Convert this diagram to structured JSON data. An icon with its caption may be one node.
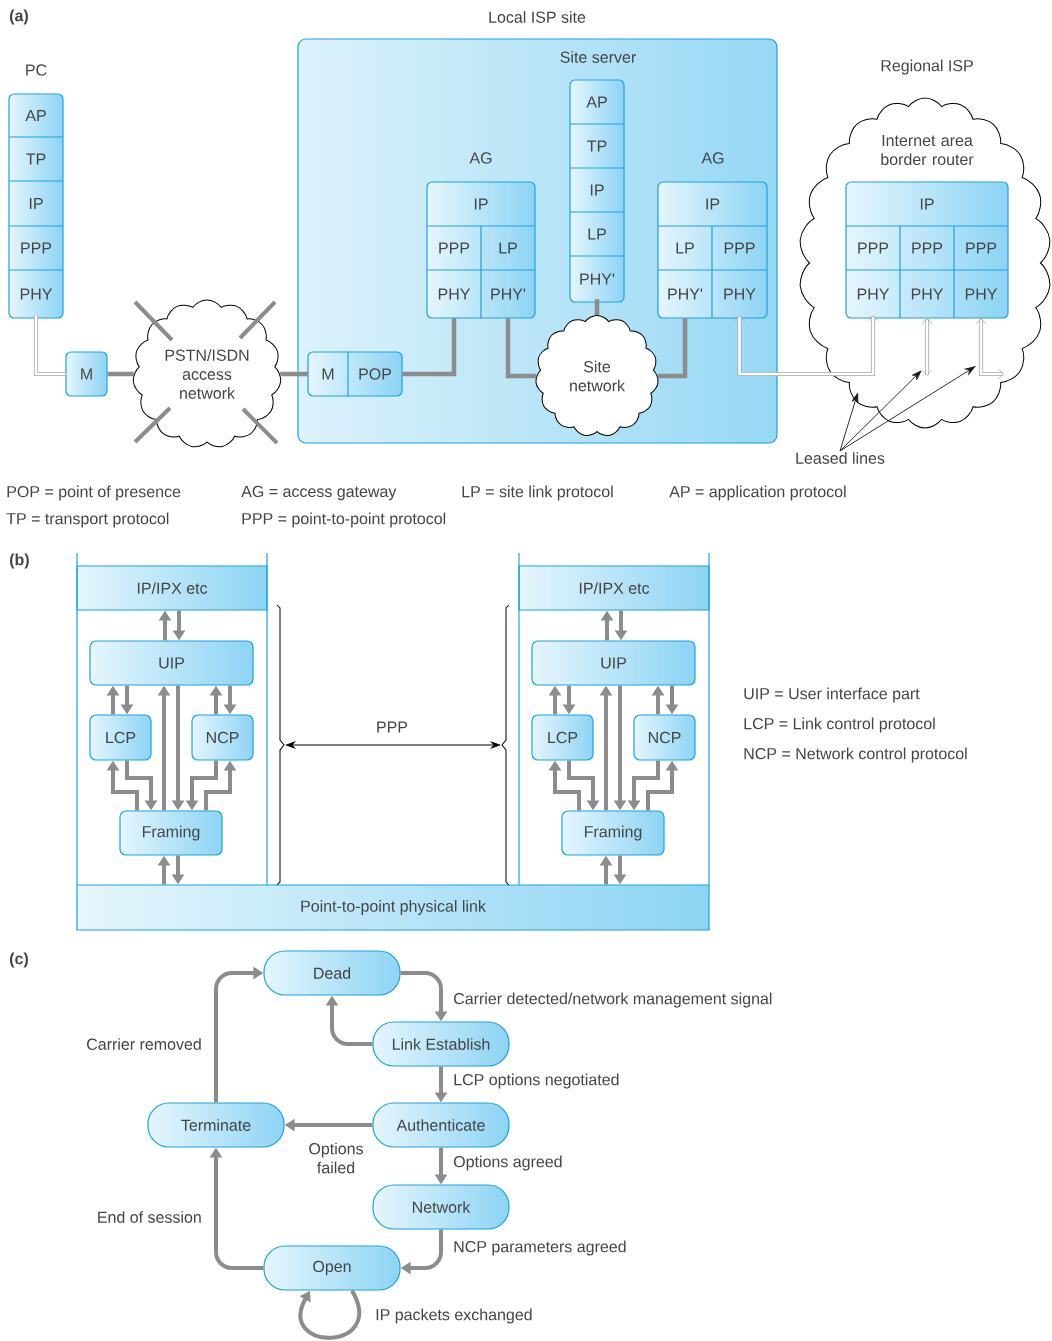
{
  "diagram": {
    "nodes": [
      {
        "text": [
          "PC"
        ]
      },
      {
        "text": [
          "AP"
        ],
        "in": 0
      },
      {
        "text": [
          "TP"
        ],
        "in": 0
      },
      {
        "text": [
          "IP"
        ],
        "in": 0
      },
      {
        "text": [
          "PPP"
        ],
        "in": 0
      },
      {
        "text": [
          "PHY"
        ],
        "in": 0
      },
      {
        "text": [
          "M"
        ]
      },
      {
        "text": [
          "PSTN/ISDN access network"
        ]
      },
      {
        "text": [
          "Local ISP site"
        ]
      },
      {
        "text": [],
        "shape": "box",
        "in": 8
      },
      {
        "text": [
          "M"
        ],
        "in": 9
      },
      {
        "text": [
          "POP"
        ],
        "in": 9
      },
      {
        "text": [
          "AG"
        ],
        "in": 8
      },
      {
        "text": [
          "IP"
        ],
        "in": 12
      },
      {
        "text": [
          "PPP"
        ],
        "in": 12
      },
      {
        "text": [
          "LP"
        ],
        "in": 12
      },
      {
        "text": [
          "PHY"
        ],
        "in": 12
      },
      {
        "text": [
          "PHY'"
        ],
        "in": 12
      },
      {
        "text": [
          "Site server"
        ],
        "in": 8
      },
      {
        "text": [
          "AP"
        ],
        "in": 18
      },
      {
        "text": [
          "TP"
        ],
        "in": 18
      },
      {
        "text": [
          "IP"
        ],
        "in": 18
      },
      {
        "text": [
          "LP"
        ],
        "in": 18
      },
      {
        "text": [
          "PHY'"
        ],
        "in": 18
      },
      {
        "text": [
          "Site network"
        ],
        "in": 8
      },
      {
        "text": [
          "AG"
        ],
        "in": 8
      },
      {
        "text": [
          "IP"
        ],
        "in": 25
      },
      {
        "text": [
          "LP"
        ],
        "in": 25
      },
      {
        "text": [
          "PPP"
        ],
        "in": 25
      },
      {
        "text": [
          "PHY'"
        ],
        "in": 25
      },
      {
        "text": [
          "PHY"
        ],
        "in": 25
      },
      {
        "text": [
          "Regional ISP"
        ]
      },
      {
        "text": [
          "Internet area border router"
        ],
        "in": 31
      },
      {
        "text": [
          "IP"
        ],
        "in": 32
      },
      {
        "text": [
          "PPP"
        ],
        "in": 32
      },
      {
        "text": [
          "PPP"
        ],
        "in": 32
      },
      {
        "text": [
          "PPP"
        ],
        "in": 32
      },
      {
        "text": [
          "PHY"
        ],
        "in": 32
      },
      {
        "text": [
          "PHY"
        ],
        "in": 32
      },
      {
        "text": [
          "PHY"
        ],
        "in": 32
      },
      {
        "text": [
          "Leased lines"
        ]
      },
      {
        "text": [
          "IP/IPX etc"
        ]
      },
      {
        "text": [
          "UIP"
        ]
      },
      {
        "text": [
          "LCP"
        ]
      },
      {
        "text": [
          "NCP"
        ]
      },
      {
        "text": [
          "Framing"
        ]
      },
      {
        "text": [
          "IP/IPX etc"
        ]
      },
      {
        "text": [
          "UIP"
        ]
      },
      {
        "text": [
          "LCP"
        ]
      },
      {
        "text": [
          "NCP"
        ]
      },
      {
        "text": [
          "Framing"
        ]
      },
      {
        "text": [
          "Point-to-point physical link"
        ]
      },
      {
        "text": [
          "Dead"
        ]
      },
      {
        "text": [
          "Link Establish"
        ]
      },
      {
        "text": [
          "Terminate"
        ]
      },
      {
        "text": [
          "Authenticate"
        ]
      },
      {
        "text": [
          "Network"
        ]
      },
      {
        "text": [
          "Open"
        ]
      }
    ],
    "edges": [
      {
        "from": 5,
        "to": 6,
        "arrow": "none",
        "color": "#a6a6a6"
      },
      {
        "from": 6,
        "to": 7,
        "arrow": "none"
      },
      {
        "from": 7,
        "to": 10,
        "arrow": "none"
      },
      {
        "from": 11,
        "to": 16,
        "arrow": "none"
      },
      {
        "from": 17,
        "to": 24,
        "arrow": "none"
      },
      {
        "from": 23,
        "to": 24,
        "arrow": "none"
      },
      {
        "from": 24,
        "to": 29,
        "arrow": "none"
      },
      {
        "from": 30,
        "to": 37,
        "arrow": "both",
        "color": "#a6a6a6"
      },
      {
        "from": 38,
        "to": null,
        "arrow": "both",
        "color": "#a6a6a6"
      },
      {
        "from": 39,
        "to": null,
        "arrow": "both",
        "color": "#a6a6a6"
      },
      {
        "from": 40,
        "to": 31,
        "arrow": "to",
        "color": "#1a1a1a"
      },
      {
        "from": 40,
        "to": 31,
        "arrow": "to",
        "color": "#1a1a1a"
      },
      {
        "from": 40,
        "to": 31,
        "arrow": "to",
        "color": "#1a1a1a"
      },
      {
        "from": 42,
        "to": 41,
        "arrow": "to"
      },
      {
        "from": 41,
        "to": 42,
        "arrow": "to"
      },
      {
        "from": 43,
        "to": 42,
        "arrow": "to"
      },
      {
        "from": 42,
        "to": 43,
        "arrow": "to"
      },
      {
        "from": 44,
        "to": 42,
        "arrow": "to"
      },
      {
        "from": 42,
        "to": 44,
        "arrow": "to"
      },
      {
        "from": 45,
        "to": 42,
        "arrow": "to"
      },
      {
        "from": 42,
        "to": 45,
        "arrow": "to"
      },
      {
        "from": 45,
        "to": 43,
        "arrow": "to"
      },
      {
        "from": 43,
        "to": 45,
        "arrow": "to"
      },
      {
        "from": 44,
        "to": 45,
        "arrow": "to"
      },
      {
        "from": 45,
        "to": 44,
        "arrow": "to"
      },
      {
        "from": 51,
        "to": 45,
        "arrow": "to"
      },
      {
        "from": 45,
        "to": 51,
        "arrow": "to"
      },
      {
        "from": 47,
        "to": 46,
        "arrow": "to"
      },
      {
        "from": 46,
        "to": 47,
        "arrow": "to"
      },
      {
        "from": 48,
        "to": 47,
        "arrow": "to"
      },
      {
        "from": 47,
        "to": 48,
        "arrow": "to"
      },
      {
        "from": 49,
        "to": 47,
        "arrow": "to"
      },
      {
        "from": 47,
        "to": 49,
        "arrow": "to"
      },
      {
        "from": 50,
        "to": 47,
        "arrow": "to"
      },
      {
        "from": 47,
        "to": 50,
        "arrow": "to"
      },
      {
        "from": 50,
        "to": 48,
        "arrow": "to"
      },
      {
        "from": 48,
        "to": 50,
        "arrow": "to"
      },
      {
        "from": 49,
        "to": 50,
        "arrow": "to"
      },
      {
        "from": 50,
        "to": 49,
        "arrow": "to"
      },
      {
        "from": 51,
        "to": 50,
        "arrow": "to"
      },
      {
        "from": 50,
        "to": 51,
        "arrow": "to"
      },
      {
        "from": 52,
        "to": 53,
        "arrow": "to",
        "label": "Carrier detected/network management signal"
      },
      {
        "from": 53,
        "to": 52,
        "arrow": "to"
      },
      {
        "from": 53,
        "to": 55,
        "arrow": "to",
        "label": "LCP options negotiated"
      },
      {
        "from": 55,
        "to": 54,
        "arrow": "to",
        "label": "Options failed"
      },
      {
        "from": 55,
        "to": 56,
        "arrow": "to",
        "label": "Options agreed"
      },
      {
        "from": 56,
        "to": 57,
        "arrow": "to",
        "label": "NCP parameters agreed"
      },
      {
        "from": 57,
        "to": 57,
        "arrow": "to",
        "label": "IP packets exchanged"
      },
      {
        "from": 57,
        "to": 54,
        "arrow": "to",
        "label": "End of session"
      },
      {
        "from": 54,
        "to": 52,
        "arrow": "to",
        "label": "Carrier removed"
      }
    ],
    "labels": [
      "(a)",
      "POP = point of presence",
      "AG = access gateway",
      "LP = site link protocol",
      "AP = application protocol",
      "TP = transport protocol",
      "PPP = point-to-point protocol",
      "(b)",
      "PPP",
      "UIP = User interface part",
      "LCP = Link control protocol",
      "NCP = Network control protocol",
      "(c)"
    ]
  }
}
